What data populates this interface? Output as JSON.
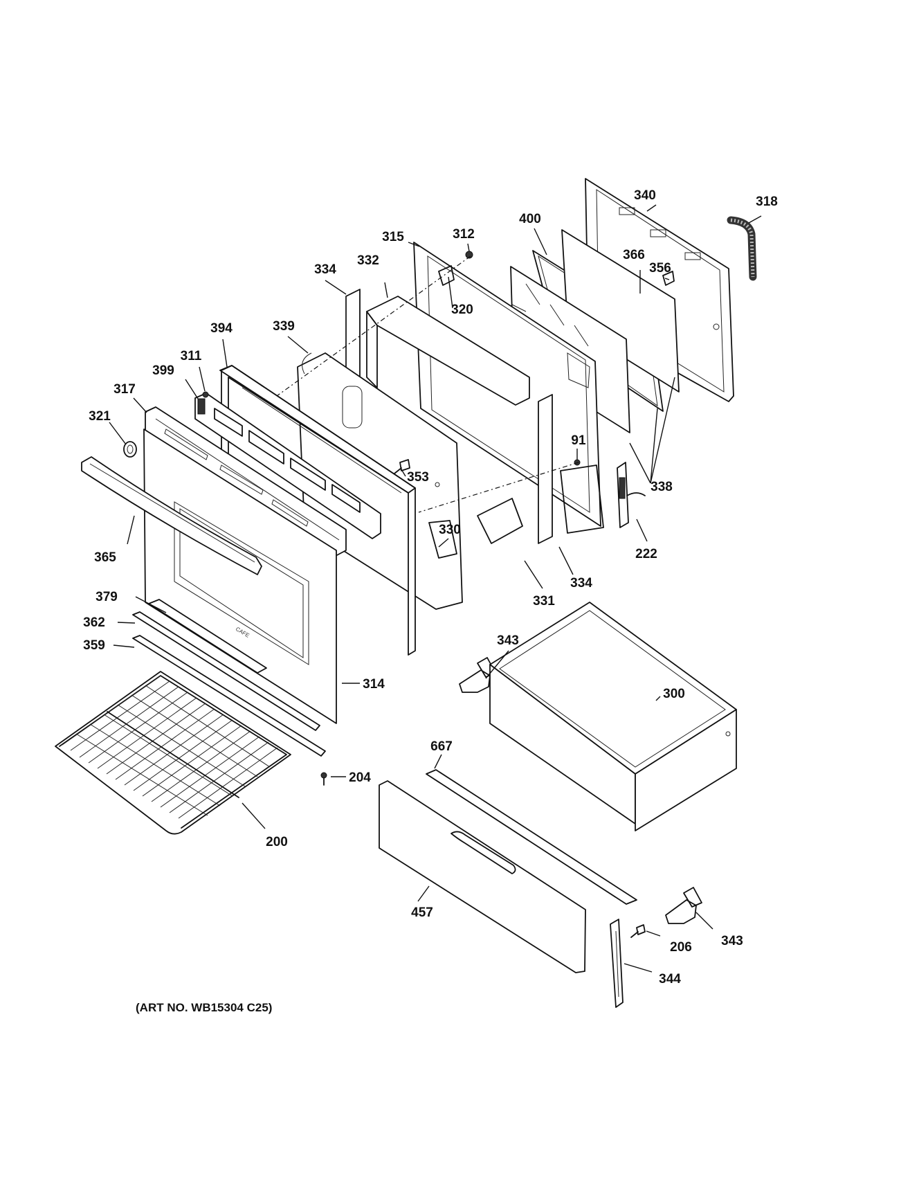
{
  "caption": "(ART NO. WB15304 C25)",
  "labels": {
    "p340": "340",
    "p318": "318",
    "p400": "400",
    "p315": "315",
    "p312": "312",
    "p366": "366",
    "p356": "356",
    "p334a": "334",
    "p332": "332",
    "p320": "320",
    "p394": "394",
    "p339": "339",
    "p311": "311",
    "p399": "399",
    "p317": "317",
    "p321": "321",
    "p91": "91",
    "p353": "353",
    "p338": "338",
    "p330": "330",
    "p365": "365",
    "p222": "222",
    "p331": "331",
    "p334b": "334",
    "p379": "379",
    "p362": "362",
    "p359": "359",
    "p343a": "343",
    "p300": "300",
    "p314": "314",
    "p667": "667",
    "p204": "204",
    "p200": "200",
    "p457": "457",
    "p343b": "343",
    "p206": "206",
    "p344": "344"
  }
}
